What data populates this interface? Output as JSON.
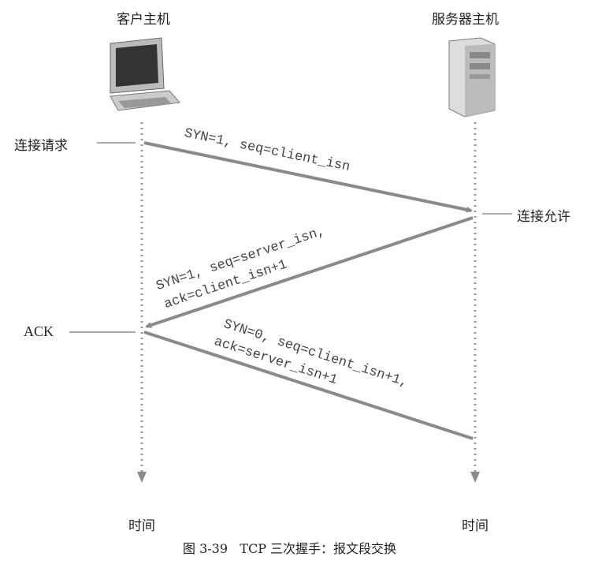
{
  "client": {
    "title": "客户主机",
    "time": "时间",
    "event": "连接请求",
    "ack_event": "ACK"
  },
  "server": {
    "title": "服务器主机",
    "time": "时间",
    "event": "连接允许"
  },
  "messages": [
    {
      "lines": [
        "SYN=1, seq=client_isn"
      ]
    },
    {
      "lines": [
        "SYN=1, seq=server_isn,",
        "ack=client_isn+1"
      ]
    },
    {
      "lines": [
        "SYN=0, seq=client_isn+1,",
        "ack=server_isn+1"
      ]
    }
  ],
  "caption": "图 3-39   TCP 三次握手：报文段交换",
  "colors": {
    "arrow": "#8a8a8a",
    "timeline": "#9a9a9a"
  }
}
